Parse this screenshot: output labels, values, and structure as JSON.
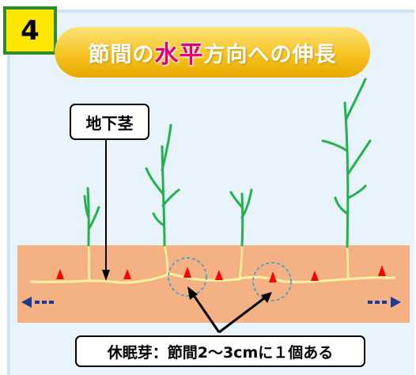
{
  "badge": {
    "number": "4"
  },
  "title": {
    "part1": "節間の",
    "highlight": "水平",
    "part2": "方向への伸長"
  },
  "labels": {
    "rhizome": "地下茎",
    "dormant_buds": "休眠芽：節間2〜3cmに１個ある"
  },
  "colors": {
    "panel": "#e9f3fb",
    "badge_fill": "#ffe600",
    "badge_border": "#2e8b2e",
    "title_fill": "#f7c421",
    "title_highlight": "#e0007a",
    "soil": "#f4b183",
    "rhizome": "#fff2a0",
    "shoot": "#21b24b",
    "bud": "#ff0000",
    "bud_circle": "#2e9fd8",
    "growth_arrow": "#1f3a93"
  },
  "icons": [
    "left-dashed-arrow-icon",
    "right-dashed-arrow-icon",
    "bud-triangle-icon",
    "pointer-arrow-icon"
  ]
}
